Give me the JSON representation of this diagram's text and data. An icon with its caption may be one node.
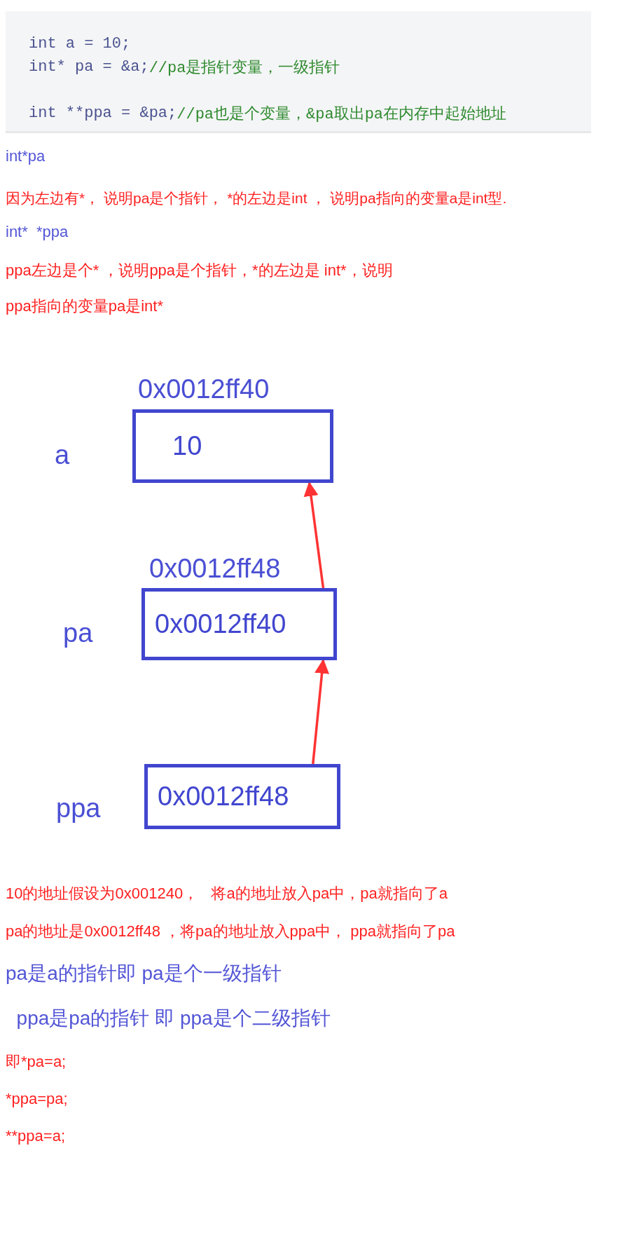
{
  "diagram": {
    "nodes": [
      {
        "text": [
          "10"
        ],
        "beside": [
          "0x0012ff40",
          "a"
        ]
      },
      {
        "text": [
          "0x0012ff40"
        ],
        "beside": [
          "0x0012ff48",
          "pa"
        ]
      },
      {
        "text": [
          "0x0012ff48"
        ],
        "beside": [
          "ppa"
        ]
      }
    ],
    "edges": [
      {
        "from": 2,
        "to": 1,
        "arrow": "to"
      },
      {
        "from": 1,
        "to": 0,
        "arrow": "to"
      }
    ],
    "labels": [
      "int a = 10;",
      "int* pa = &a;",
      "//pa是指针变量，一级指针",
      "int **ppa = &pa;",
      "//pa也是个变量，&pa取出pa在内存中起始地址",
      "int*pa",
      "因为左边有*， 说明pa是个指针， *的左边是int ， 说明pa指向的变量a是int型.",
      "int*  *ppa",
      "ppa左边是个* ，说明ppa是个指针，*的左边是 int*，说明",
      "ppa指向的变量pa是int*",
      "10的地址假设为0x001240，   将a的地址放入pa中，pa就指向了a",
      "pa的地址是0x0012ff48 ，将pa的地址放入ppa中， ppa就指向了pa",
      "pa是a的指针即 pa是个一级指针",
      "  ppa是pa的指针 即 ppa是个二级指针",
      "即*pa=a;",
      "*ppa=pa;",
      "**ppa=a;"
    ]
  }
}
